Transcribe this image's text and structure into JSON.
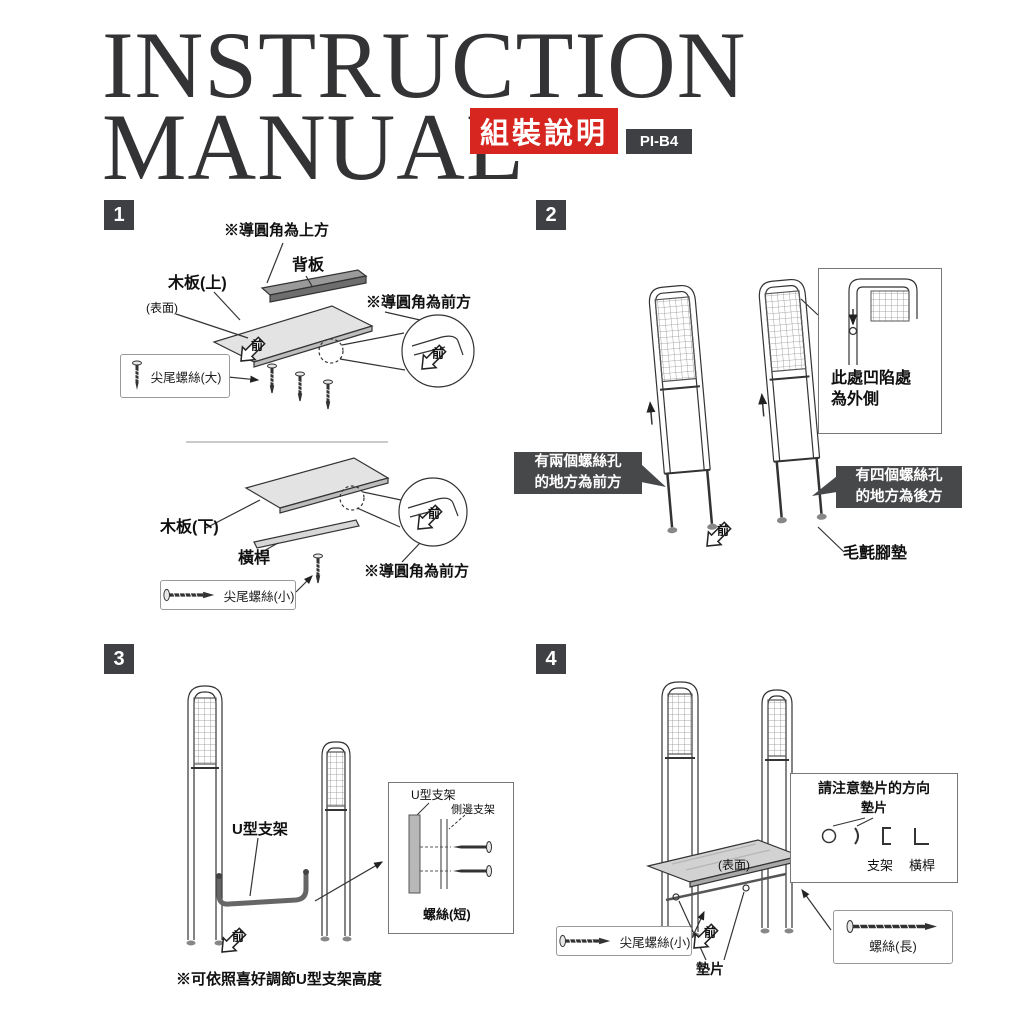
{
  "header": {
    "title_line1": "INSTRUCTION",
    "title_line2": "MANUAL",
    "subtitle_badge": "組裝說明",
    "model_badge": "PI-B4",
    "accent_color": "#d6261f",
    "badge_color": "#3f4043"
  },
  "steps": {
    "s1": {
      "number": "1",
      "labels": {
        "rounded_top": "※導圓角為上方",
        "back_board": "背板",
        "board_upper": "木板(上)",
        "surface": "(表面)",
        "rounded_front_top": "※導圓角為前方",
        "screw_large": "尖尾螺絲(大)",
        "board_lower": "木板(下)",
        "crossbar": "橫桿",
        "rounded_front_bottom": "※導圓角為前方",
        "screw_small": "尖尾螺絲(小)",
        "front": "前"
      }
    },
    "s2": {
      "number": "2",
      "labels": {
        "recess_note": "此處凹陷處\n為外側",
        "two_holes_front": "有兩個螺絲孔\n的地方為前方",
        "four_holes_back": "有四個螺絲孔\n的地方為後方",
        "felt_pad": "毛氈腳墊",
        "front": "前"
      }
    },
    "s3": {
      "number": "3",
      "labels": {
        "u_bracket": "U型支架",
        "detail_u_bracket": "U型支架",
        "detail_side_bracket": "側邊支架",
        "screw_short": "螺絲(短)",
        "height_note": "※可依照喜好調節U型支架高度",
        "front": "前"
      }
    },
    "s4": {
      "number": "4",
      "labels": {
        "washer_note_title": "請注意墊片的方向",
        "washer": "墊片",
        "bracket": "支架",
        "crossbar": "橫桿",
        "surface": "(表面)",
        "screw_small": "尖尾螺絲(小)",
        "washer_label": "墊片",
        "screw_long": "螺絲(長)",
        "front": "前"
      }
    }
  },
  "icons": {
    "screw_vertical": "pointed-screw-vertical",
    "screw_horizontal": "pointed-screw-horizontal",
    "front_arrow": "front-direction-arrow",
    "washer_circle": "washer-front-view",
    "mesh": "wire-mesh-panel"
  }
}
